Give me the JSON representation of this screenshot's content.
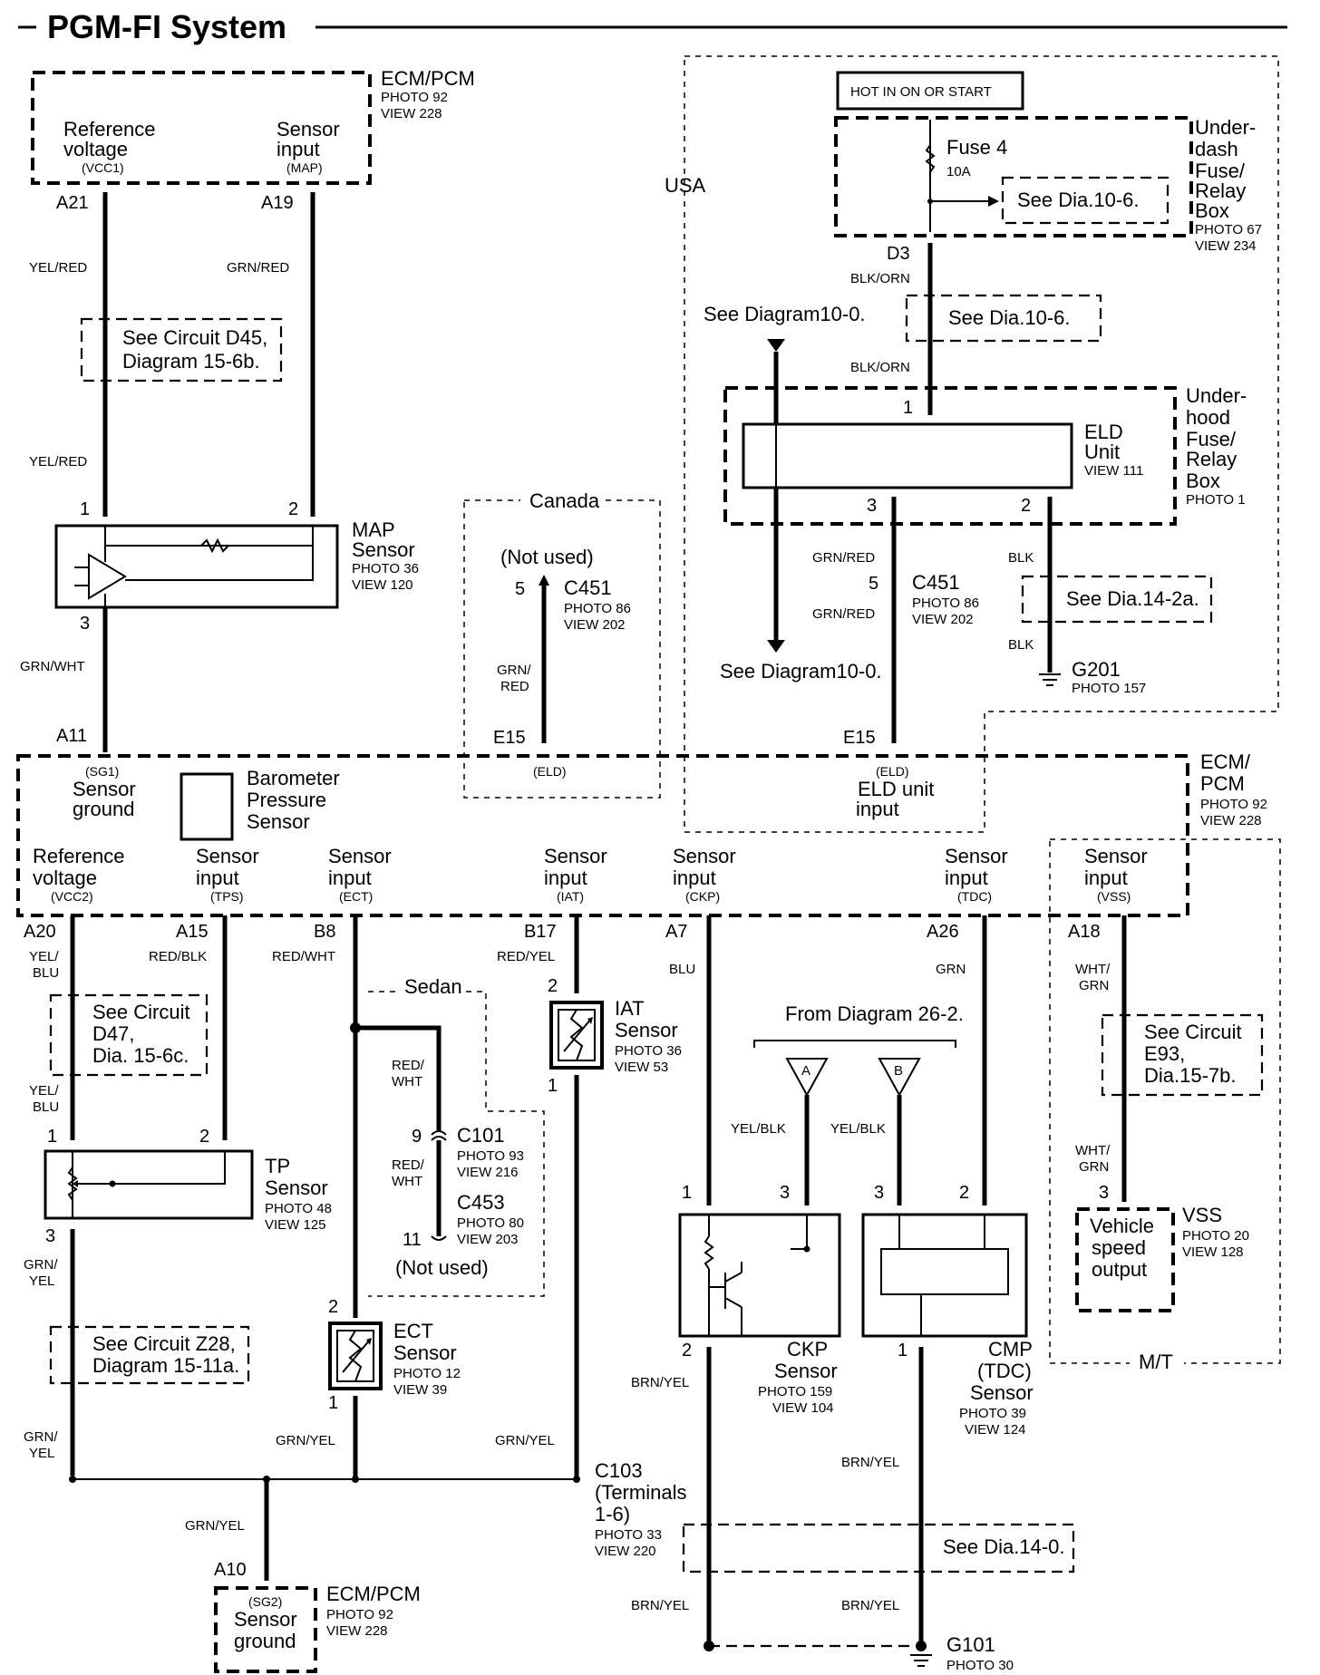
{
  "title": "PGM-FI System",
  "ecm_top": {
    "name": "ECM/PCM",
    "photo": "PHOTO 92",
    "view": "VIEW 228",
    "ref_label_1": "Reference",
    "ref_label_2": "voltage",
    "ref_code": "(VCC1)",
    "sens_label_1": "Sensor",
    "sens_label_2": "input",
    "sens_code": "(MAP)",
    "pin_a21": "A21",
    "pin_a19": "A19"
  },
  "wires": {
    "yel_red": "YEL/RED",
    "grn_red": "GRN/RED",
    "grn_wht": "GRN/WHT",
    "blk_orn": "BLK/ORN",
    "blk": "BLK",
    "grn_red_split_1": "GRN/",
    "grn_red_split_2": "RED",
    "yel_blu_1": "YEL/",
    "yel_blu_2": "BLU",
    "red_blk": "RED/BLK",
    "red_wht": "RED/WHT",
    "red_wht_1": "RED/",
    "red_wht_2": "WHT",
    "red_yel": "RED/YEL",
    "blu": "BLU",
    "grn": "GRN",
    "wht_grn_1": "WHT/",
    "wht_grn_2": "GRN",
    "grn_yel_1": "GRN/",
    "grn_yel_2": "YEL",
    "grn_yel": "GRN/YEL",
    "yel_blk": "YEL/BLK",
    "brn_yel": "BRN/YEL"
  },
  "notes": {
    "see_d45_1": "See Circuit D45,",
    "see_d45_2": "Diagram 15-6b.",
    "see_d47_1": "See Circuit",
    "see_d47_2": "D47,",
    "see_d47_3": "Dia. 15-6c.",
    "see_z28_1": "See Circuit Z28,",
    "see_z28_2": "Diagram 15-11a.",
    "see_e93_1": "See Circuit",
    "see_e93_2": "E93,",
    "see_e93_3": "Dia.15-7b.",
    "see_dia_10_6": "See Dia.10-6.",
    "see_diagram_10_0": "See Diagram10-0.",
    "see_dia_14_2a": "See Dia.14-2a.",
    "see_dia_14_0": "See Dia.14-0.",
    "from_diagram_26_2": "From Diagram 26-2."
  },
  "map_sensor": {
    "name_1": "MAP",
    "name_2": "Sensor",
    "photo": "PHOTO 36",
    "view": "VIEW 120",
    "pin1": "1",
    "pin2": "2",
    "pin3": "3"
  },
  "usa": {
    "label": "USA",
    "hot": "HOT IN ON OR START",
    "fuse": "Fuse 4",
    "fuse_rating": "10A",
    "underdash_1": "Under-",
    "underdash_2": "dash",
    "underdash_3": "Fuse/",
    "underdash_4": "Relay",
    "underdash_5": "Box",
    "underdash_photo": "PHOTO 67",
    "underdash_view": "VIEW 234",
    "pin_d3": "D3",
    "eld_1": "ELD",
    "eld_2": "Unit",
    "eld_view": "VIEW 111",
    "underhood_1": "Under-",
    "underhood_2": "hood",
    "underhood_3": "Fuse/",
    "underhood_4": "Relay",
    "underhood_5": "Box",
    "underhood_photo": "PHOTO 1",
    "eld_pin1": "1",
    "eld_pin2": "2",
    "eld_pin3": "3",
    "c451": "C451",
    "c451_photo": "PHOTO 86",
    "c451_view": "VIEW 202",
    "c451_pin": "5",
    "g201": "G201",
    "g201_photo": "PHOTO 157",
    "pin_e15": "E15"
  },
  "canada": {
    "label": "Canada",
    "not_used": "(Not used)",
    "pin": "5",
    "c451": "C451",
    "photo": "PHOTO 86",
    "view": "VIEW 202",
    "pin_e15": "E15"
  },
  "ecm_main": {
    "name_1": "ECM/",
    "name_2": "PCM",
    "photo": "PHOTO 92",
    "view": "VIEW 228",
    "sg1_code": "(SG1)",
    "sg1_1": "Sensor",
    "sg1_2": "ground",
    "baro_1": "Barometer",
    "baro_2": "Pressure",
    "baro_3": "Sensor",
    "eld_code_left": "(ELD)",
    "eld_code_right": "(ELD)",
    "eld_input_1": "ELD unit",
    "eld_input_2": "input",
    "pin_a11": "A11",
    "inputs": [
      {
        "l1": "Reference",
        "l2": "voltage",
        "code": "(VCC2)",
        "pin": "A20"
      },
      {
        "l1": "Sensor",
        "l2": "input",
        "code": "(TPS)",
        "pin": "A15"
      },
      {
        "l1": "Sensor",
        "l2": "input",
        "code": "(ECT)",
        "pin": "B8"
      },
      {
        "l1": "Sensor",
        "l2": "input",
        "code": "(IAT)",
        "pin": "B17"
      },
      {
        "l1": "Sensor",
        "l2": "input",
        "code": "(CKP)",
        "pin": "A7"
      },
      {
        "l1": "Sensor",
        "l2": "input",
        "code": "(TDC)",
        "pin": "A26"
      },
      {
        "l1": "Sensor",
        "l2": "input",
        "code": "(VSS)",
        "pin": "A18"
      }
    ]
  },
  "tp_sensor": {
    "name_1": "TP",
    "name_2": "Sensor",
    "photo": "PHOTO 48",
    "view": "VIEW 125",
    "pin1": "1",
    "pin2": "2",
    "pin3": "3"
  },
  "sedan": {
    "label": "Sedan",
    "pin9": "9",
    "c101": "C101",
    "c101_photo": "PHOTO 93",
    "c101_view": "VIEW 216",
    "c453": "C453",
    "c453_photo": "PHOTO 80",
    "c453_view": "VIEW 203",
    "pin11": "11",
    "not_used": "(Not used)"
  },
  "ect_sensor": {
    "name_1": "ECT",
    "name_2": "Sensor",
    "photo": "PHOTO 12",
    "view": "VIEW 39",
    "pin1": "1",
    "pin2": "2"
  },
  "iat_sensor": {
    "name_1": "IAT",
    "name_2": "Sensor",
    "photo": "PHOTO 36",
    "view": "VIEW 53",
    "pin1": "1",
    "pin2": "2"
  },
  "ckp_sensor": {
    "name_1": "CKP",
    "name_2": "Sensor",
    "photo": "PHOTO 159",
    "view": "VIEW 104",
    "pin1": "1",
    "pin2": "2",
    "pin3": "3",
    "conn": "A"
  },
  "cmp_sensor": {
    "name_1": "CMP",
    "name_2": "(TDC)",
    "name_3": "Sensor",
    "photo": "PHOTO 39",
    "view": "VIEW 124",
    "pin1": "1",
    "pin2": "2",
    "pin3": "3",
    "conn": "B"
  },
  "vss": {
    "box_1": "Vehicle",
    "box_2": "speed",
    "box_3": "output",
    "name": "VSS",
    "photo": "PHOTO 20",
    "view": "VIEW 128",
    "pin3": "3",
    "mt": "M/T"
  },
  "c103": {
    "name": "C103",
    "terms_1": "(Terminals",
    "terms_2": "1-6)",
    "photo": "PHOTO 33",
    "view": "VIEW 220"
  },
  "ecm_bottom": {
    "pin": "A10",
    "code": "(SG2)",
    "l1": "Sensor",
    "l2": "ground",
    "name": "ECM/PCM",
    "photo": "PHOTO 92",
    "view": "VIEW 228"
  },
  "g101": {
    "name": "G101",
    "photo": "PHOTO 30"
  }
}
